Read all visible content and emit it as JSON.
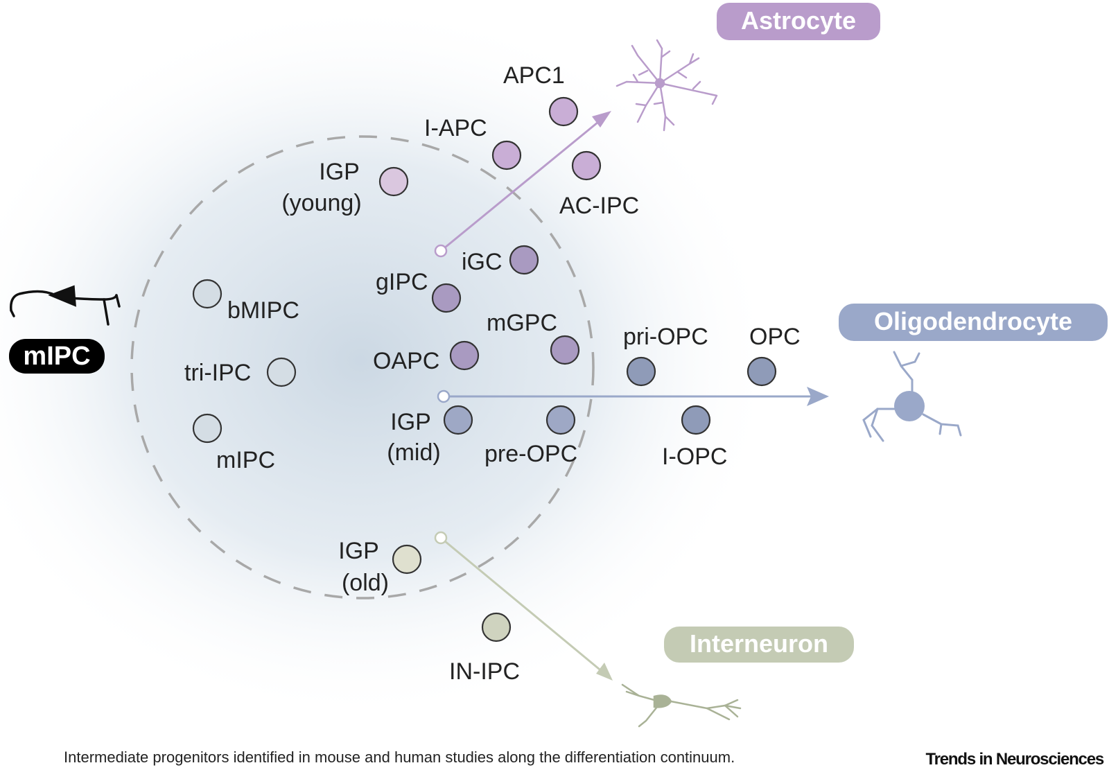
{
  "colors": {
    "astrocyte": "#b99ccb",
    "oligodendrocyte": "#9aa8c9",
    "interneuron": "#c4cbb4",
    "mipc_badge": "#000000",
    "glow_center": "#c9d6e2"
  },
  "endpoints": {
    "astrocyte": "Astrocyte",
    "oligodendrocyte": "Oligodendrocyte",
    "interneuron": "Interneuron",
    "mipc": "mIPC"
  },
  "nodes": [
    {
      "id": "bmipc",
      "label": "bMIPC",
      "color": "#d4dde4"
    },
    {
      "id": "tri-ipc",
      "label": "tri-IPC",
      "color": "#d4dde4"
    },
    {
      "id": "mipc-dot",
      "label": "mIPC",
      "color": "#d4dde4"
    },
    {
      "id": "igp-young",
      "label": "IGP (young)",
      "color": "#dac7df"
    },
    {
      "id": "i-apc",
      "label": "I-APC",
      "color": "#c9aed6"
    },
    {
      "id": "apc1",
      "label": "APC1",
      "color": "#c9aed6"
    },
    {
      "id": "ac-ipc",
      "label": "AC-IPC",
      "color": "#c9aed6"
    },
    {
      "id": "igc",
      "label": "iGC",
      "color": "#a99ac1"
    },
    {
      "id": "gipc",
      "label": "gIPC",
      "color": "#a99ac1"
    },
    {
      "id": "mgpc",
      "label": "mGPC",
      "color": "#a99ac1"
    },
    {
      "id": "oapc",
      "label": "OAPC",
      "color": "#a99ac1"
    },
    {
      "id": "igp-mid",
      "label": "IGP (mid)",
      "color": "#9ea8c5"
    },
    {
      "id": "pre-opc",
      "label": "pre-OPC",
      "color": "#9ea8c5"
    },
    {
      "id": "pri-opc",
      "label": "pri-OPC",
      "color": "#8f9bb8"
    },
    {
      "id": "opc",
      "label": "OPC",
      "color": "#8f9bb8"
    },
    {
      "id": "l-opc",
      "label": "I-OPC",
      "color": "#8f9bb8"
    },
    {
      "id": "igp-old",
      "label": "IGP (old)",
      "color": "#dfe0cf"
    },
    {
      "id": "in-ipc",
      "label": "IN-IPC",
      "color": "#cfd3bf"
    }
  ],
  "footer": {
    "caption": "Intermediate progenitors identified in mouse and human studies along the differentiation continuum.",
    "journal": "Trends in Neurosciences"
  }
}
